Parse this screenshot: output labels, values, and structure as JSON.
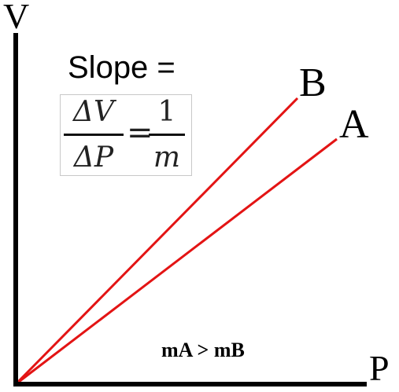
{
  "axes": {
    "y_label": "V",
    "x_label": "P",
    "color": "#000000"
  },
  "slope": {
    "title": "Slope =",
    "numerator": "ΔV",
    "denominator": "ΔP",
    "equals": "=",
    "rhs_numerator": "1",
    "rhs_denominator": "m"
  },
  "lines": [
    {
      "label": "B",
      "color": "#e31414"
    },
    {
      "label": "A",
      "color": "#e31414"
    }
  ],
  "note": "mA > mB"
}
